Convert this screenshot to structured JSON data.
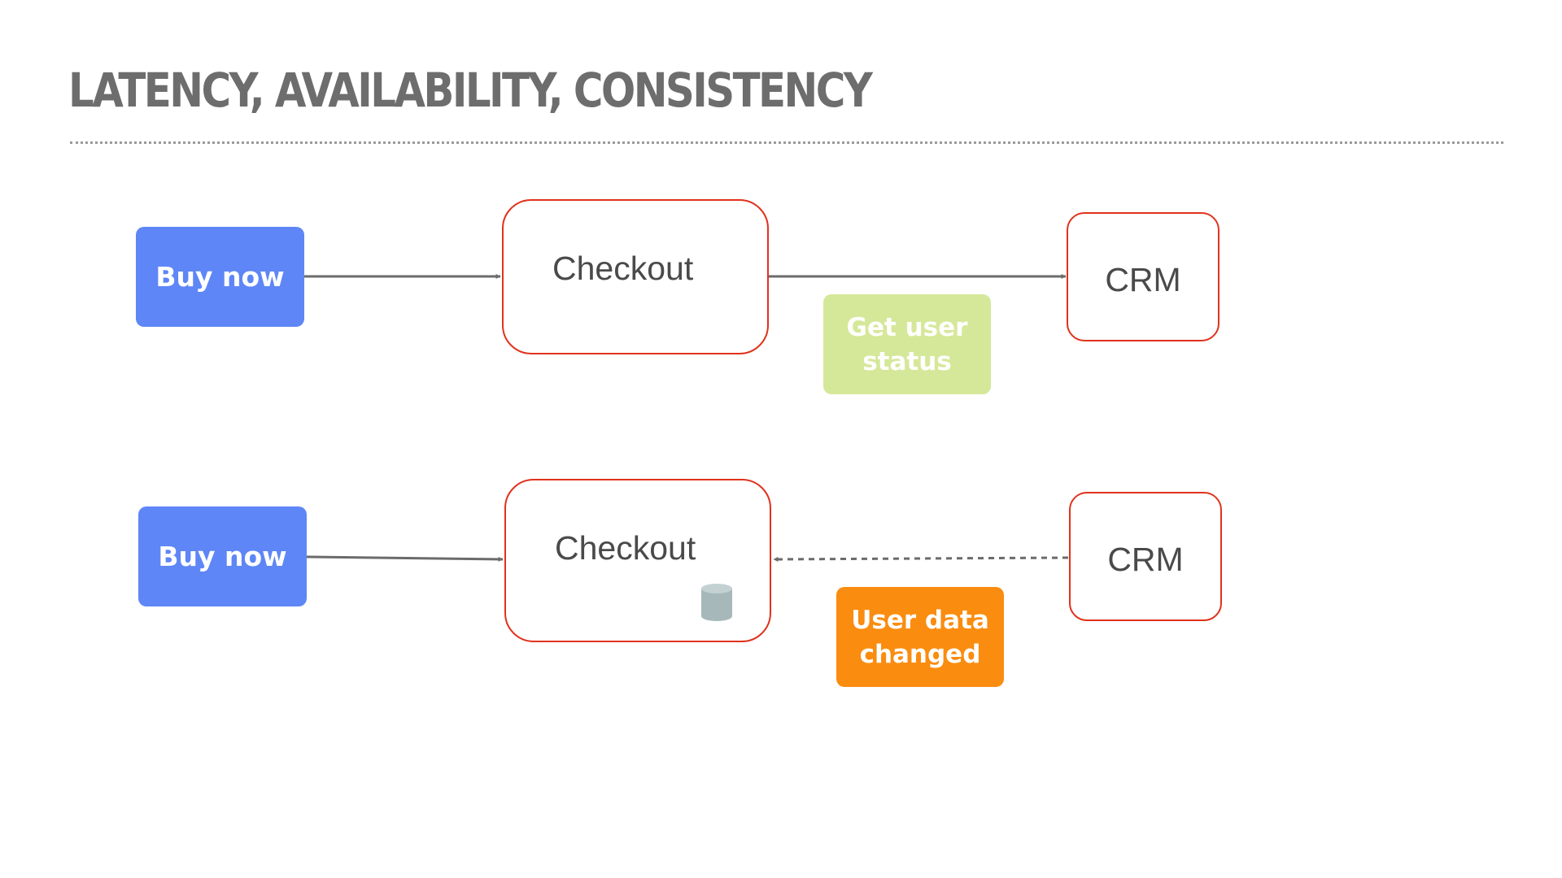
{
  "slide": {
    "title": "LATENCY, AVAILABILITY, CONSISTENCY",
    "title_color": "#6d6d6d"
  },
  "rows": [
    {
      "source": "Buy now",
      "service": "Checkout",
      "dependency": "CRM",
      "message": "Get user\nstatus",
      "message_color": "#d5e89a",
      "connector_to_dependency": "solid",
      "connector_to_dependency_direction": "checkout-to-crm"
    },
    {
      "source": "Buy now",
      "service": "Checkout",
      "dependency": "CRM",
      "message": "User data\nchanged",
      "message_color": "#fa8c0f",
      "connector_to_dependency": "dashed",
      "connector_to_dependency_direction": "crm-to-checkout",
      "service_icon": "database-icon"
    }
  ],
  "colors": {
    "source_fill": "#5e86f7",
    "service_border": "#e0321c",
    "connector": "#6b6b6b",
    "database_icon": "#a7b8bb"
  }
}
